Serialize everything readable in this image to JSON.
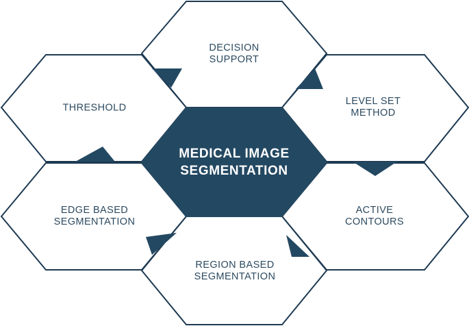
{
  "diagram": {
    "center": {
      "line1": "MEDICAL IMAGE",
      "line2": "SEGMENTATION"
    },
    "nodes": {
      "decision_support": {
        "line1": "DECISION",
        "line2": "SUPPORT"
      },
      "level_set": {
        "line1": "LEVEL SET",
        "line2": "METHOD"
      },
      "active_contours": {
        "line1": "ACTIVE",
        "line2": "CONTOURS"
      },
      "region_based": {
        "line1": "REGION BASED",
        "line2": "SEGMENTATION"
      },
      "edge_based": {
        "line1": "EDGE BASED",
        "line2": "SEGMENTATION"
      },
      "threshold": {
        "line1": "THRESHOLD"
      }
    },
    "colors": {
      "accent": "#234862",
      "outline": "#1e3a52",
      "text": "#2c4a60",
      "background": "#ffffff"
    }
  }
}
